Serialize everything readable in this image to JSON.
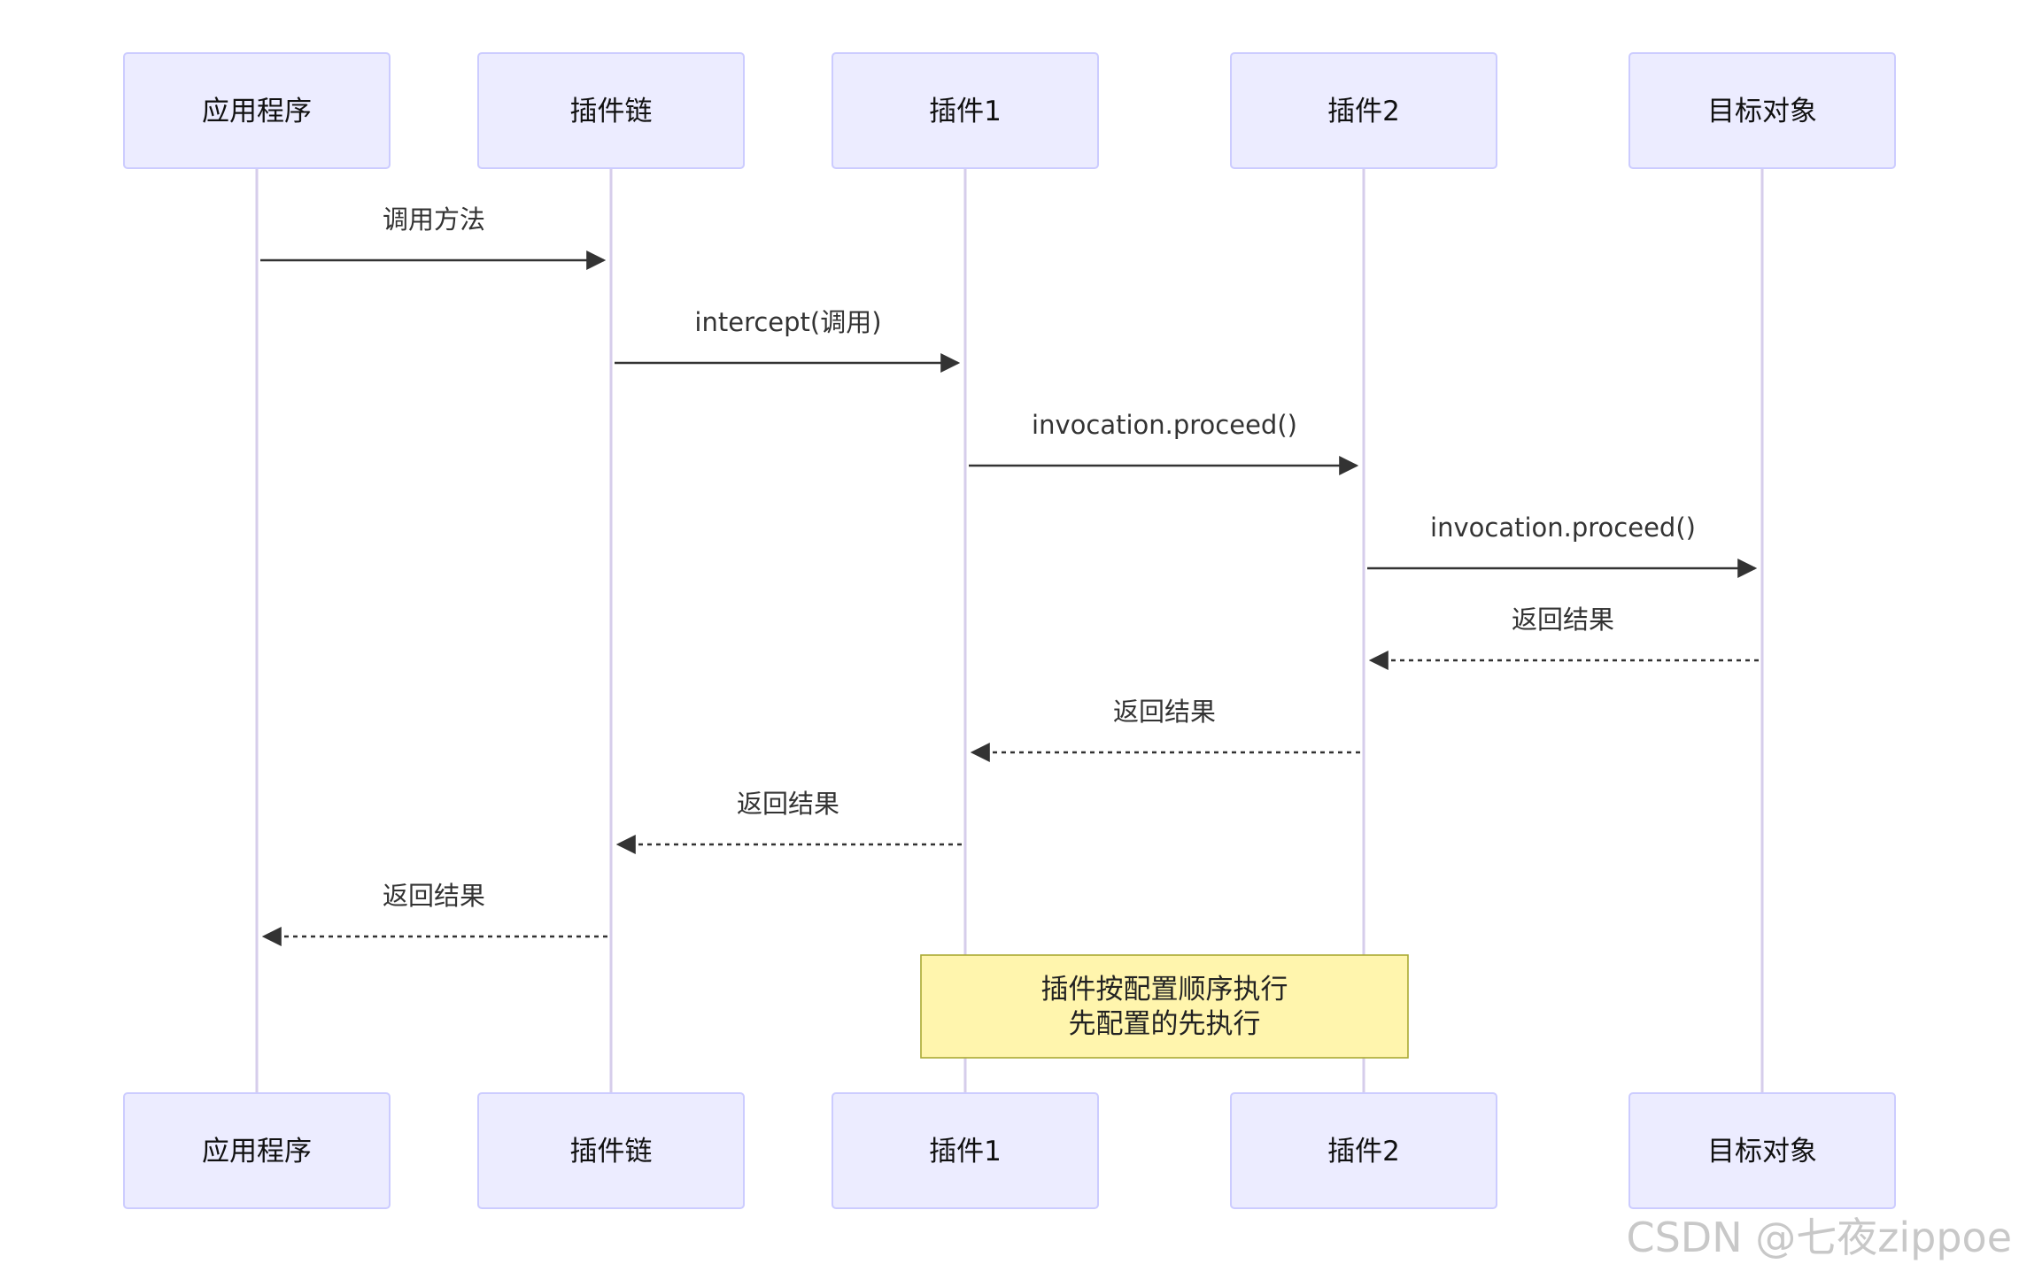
{
  "colors": {
    "actor_fill": "#ECECFF",
    "actor_border": "#CCCCFF",
    "lifeline": "#D6CDEB",
    "arrow": "#333333",
    "note_fill": "#FFF5AD",
    "note_border": "#AAAA33"
  },
  "participants": [
    {
      "id": "app",
      "label": "应用程序"
    },
    {
      "id": "chain",
      "label": "插件链"
    },
    {
      "id": "p1",
      "label": "插件1"
    },
    {
      "id": "p2",
      "label": "插件2"
    },
    {
      "id": "target",
      "label": "目标对象"
    }
  ],
  "messages": [
    {
      "from": "app",
      "to": "chain",
      "label": "调用方法",
      "style": "solid"
    },
    {
      "from": "chain",
      "to": "p1",
      "label": "intercept(调用)",
      "style": "solid"
    },
    {
      "from": "p1",
      "to": "p2",
      "label": "invocation.proceed()",
      "style": "solid"
    },
    {
      "from": "p2",
      "to": "target",
      "label": "invocation.proceed()",
      "style": "solid"
    },
    {
      "from": "target",
      "to": "p2",
      "label": "返回结果",
      "style": "dashed"
    },
    {
      "from": "p2",
      "to": "p1",
      "label": "返回结果",
      "style": "dashed"
    },
    {
      "from": "p1",
      "to": "chain",
      "label": "返回结果",
      "style": "dashed"
    },
    {
      "from": "chain",
      "to": "app",
      "label": "返回结果",
      "style": "dashed"
    }
  ],
  "note": {
    "over": [
      "p1",
      "p2"
    ],
    "lines": [
      "插件按配置顺序执行",
      "先配置的先执行"
    ]
  },
  "watermark": "CSDN @七夜zippoe"
}
